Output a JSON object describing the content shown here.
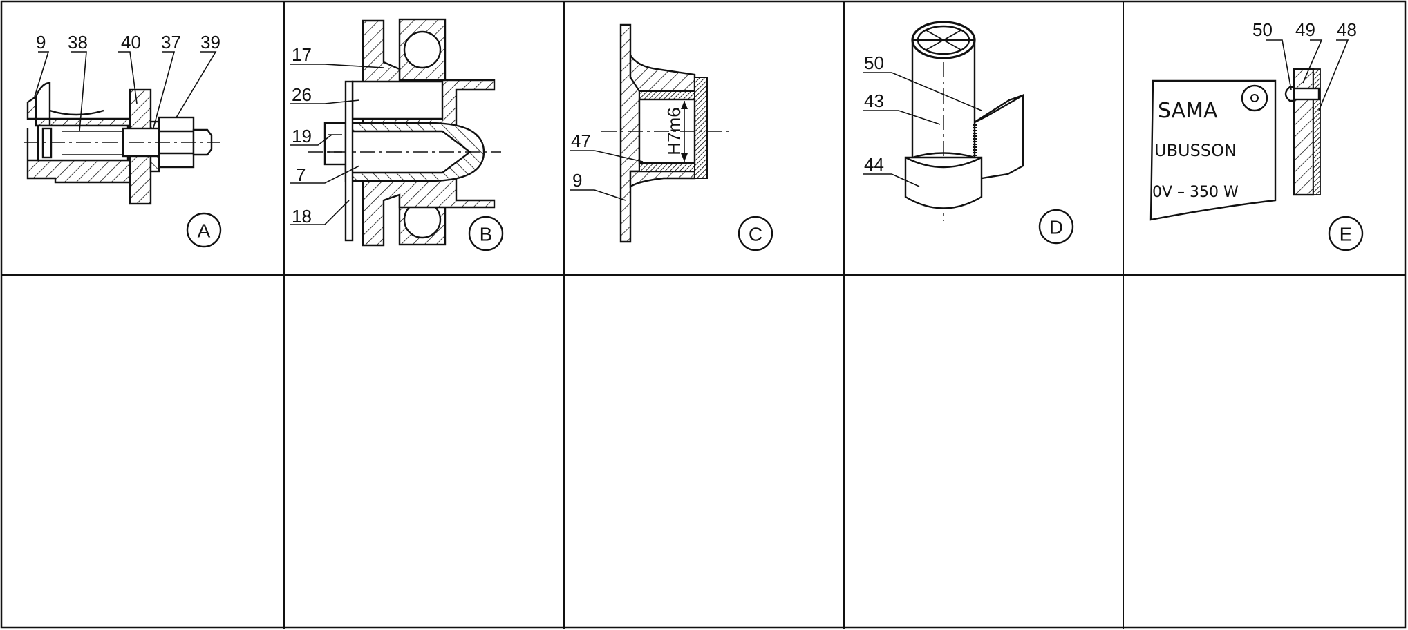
{
  "panels": [
    {
      "id": "A",
      "letter": "A",
      "labels": [
        "9",
        "38",
        "40",
        "37",
        "39"
      ]
    },
    {
      "id": "B",
      "letter": "B",
      "labels": [
        "17",
        "26",
        "19",
        "7",
        "18"
      ]
    },
    {
      "id": "C",
      "letter": "C",
      "labels": [
        "47",
        "9"
      ],
      "fit": "H7m6"
    },
    {
      "id": "D",
      "letter": "D",
      "labels": [
        "50",
        "43",
        "44"
      ]
    },
    {
      "id": "E",
      "letter": "E",
      "labels": [
        "50",
        "49",
        "48"
      ],
      "plate": {
        "line1": "SAMA",
        "line2": "UBUSSON",
        "line3": "0V  –  350  W"
      }
    }
  ]
}
